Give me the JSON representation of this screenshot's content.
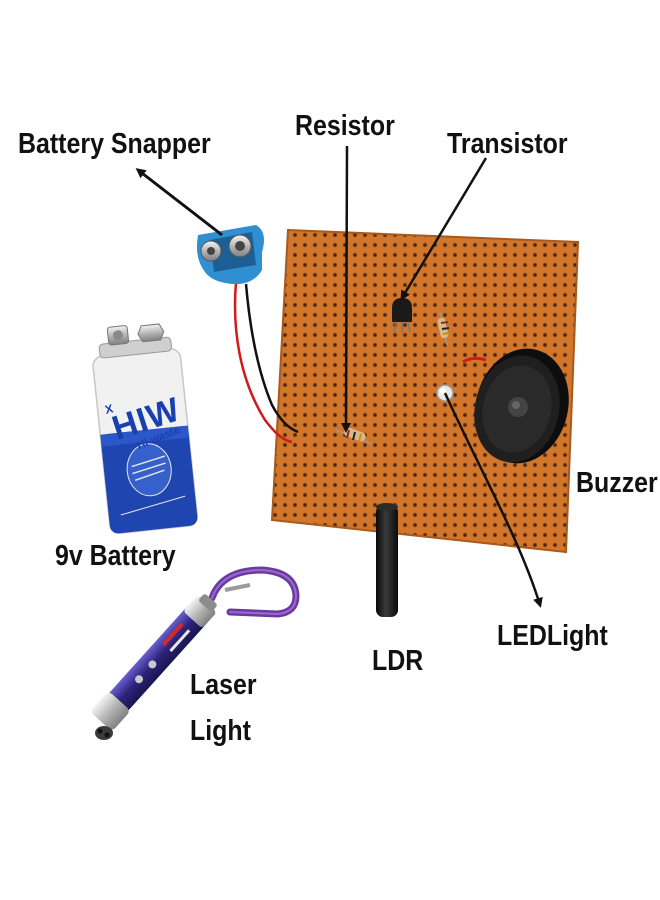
{
  "labels": {
    "battery_snapper": "Battery Snapper",
    "resistor": "Resistor",
    "transistor": "Transistor",
    "buzzer": "Buzzer",
    "battery_9v": "9v Battery",
    "ldr": "LDR",
    "led_light": "LEDLight",
    "laser_line1": "Laser",
    "laser_line2": "Light"
  },
  "battery_brand": {
    "name": "HIW",
    "subtext": "Hi-waste"
  },
  "colors": {
    "board": "#d2762b",
    "snapper": "#2f8fd0",
    "battery_blue": "#1f46b0",
    "battery_white": "#f1f1f1",
    "buzzer": "#151515",
    "laser_body": "#3b2f8c",
    "carabiner": "#6b3aa0",
    "label_text": "#111111"
  },
  "icons": [
    "battery-snapper-icon",
    "resistor-icon",
    "transistor-icon",
    "buzzer-icon",
    "battery-9v-icon",
    "ldr-icon",
    "led-icon",
    "laser-pointer-icon"
  ]
}
